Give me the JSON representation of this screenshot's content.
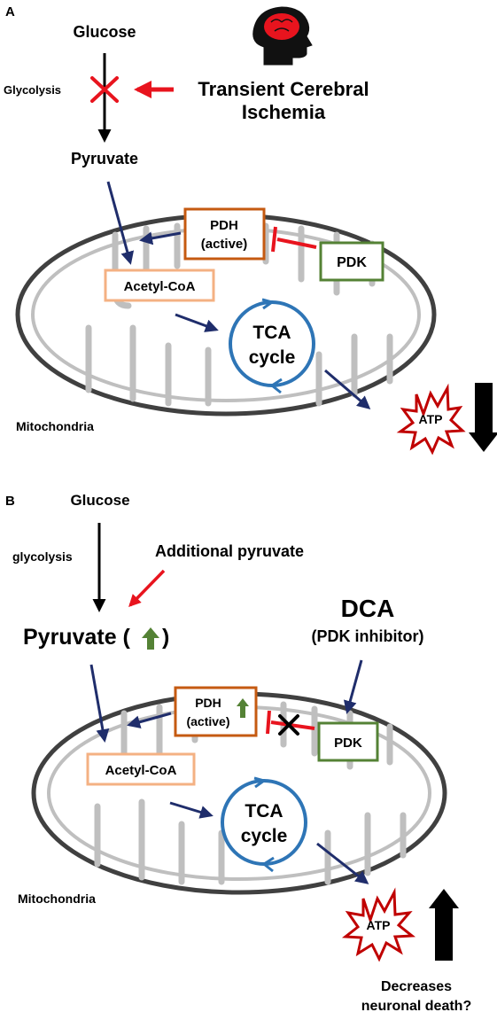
{
  "panel_a": {
    "label": "A",
    "glucose": "Glucose",
    "glycolysis": "Glycolysis",
    "ischemia_line1": "Transient Cerebral",
    "ischemia_line2": "Ischemia",
    "pyruvate": "Pyruvate",
    "pdh_line1": "PDH",
    "pdh_line2": "(active)",
    "pdk": "PDK",
    "acetyl_coa": "Acetyl-CoA",
    "tca_line1": "TCA",
    "tca_line2": "cycle",
    "atp": "ATP",
    "mitochondria": "Mitochondria",
    "icon": "brain-head-icon",
    "atp_trend": "down"
  },
  "panel_b": {
    "label": "B",
    "glucose": "Glucose",
    "glycolysis": "glycolysis",
    "additional_pyruvate": "Additional pyruvate",
    "pyruvate_prefix": "Pyruvate (",
    "pyruvate_suffix": ")",
    "dca": "DCA",
    "dca_sub": "(PDK inhibitor)",
    "pdh_line1": "PDH",
    "pdh_line2": "(active)",
    "pdk": "PDK",
    "acetyl_coa": "Acetyl-CoA",
    "tca_line1": "TCA",
    "tca_line2": "cycle",
    "atp": "ATP",
    "mitochondria": "Mitochondria",
    "outcome_line1": "Decreases",
    "outcome_line2": "neuronal death?",
    "atp_trend": "up"
  },
  "colors": {
    "navy_arrow": "#1f2d6b",
    "red": "#e8141e",
    "black": "#000000",
    "pdh_border": "#c55a11",
    "pdk_border": "#548235",
    "acetyl_border": "#f4b183",
    "tca_ring": "#2e75b6",
    "green_arrow": "#548235",
    "crista": "#bfbfbf",
    "membrane": "#404040",
    "atp_star": "#c00000"
  }
}
